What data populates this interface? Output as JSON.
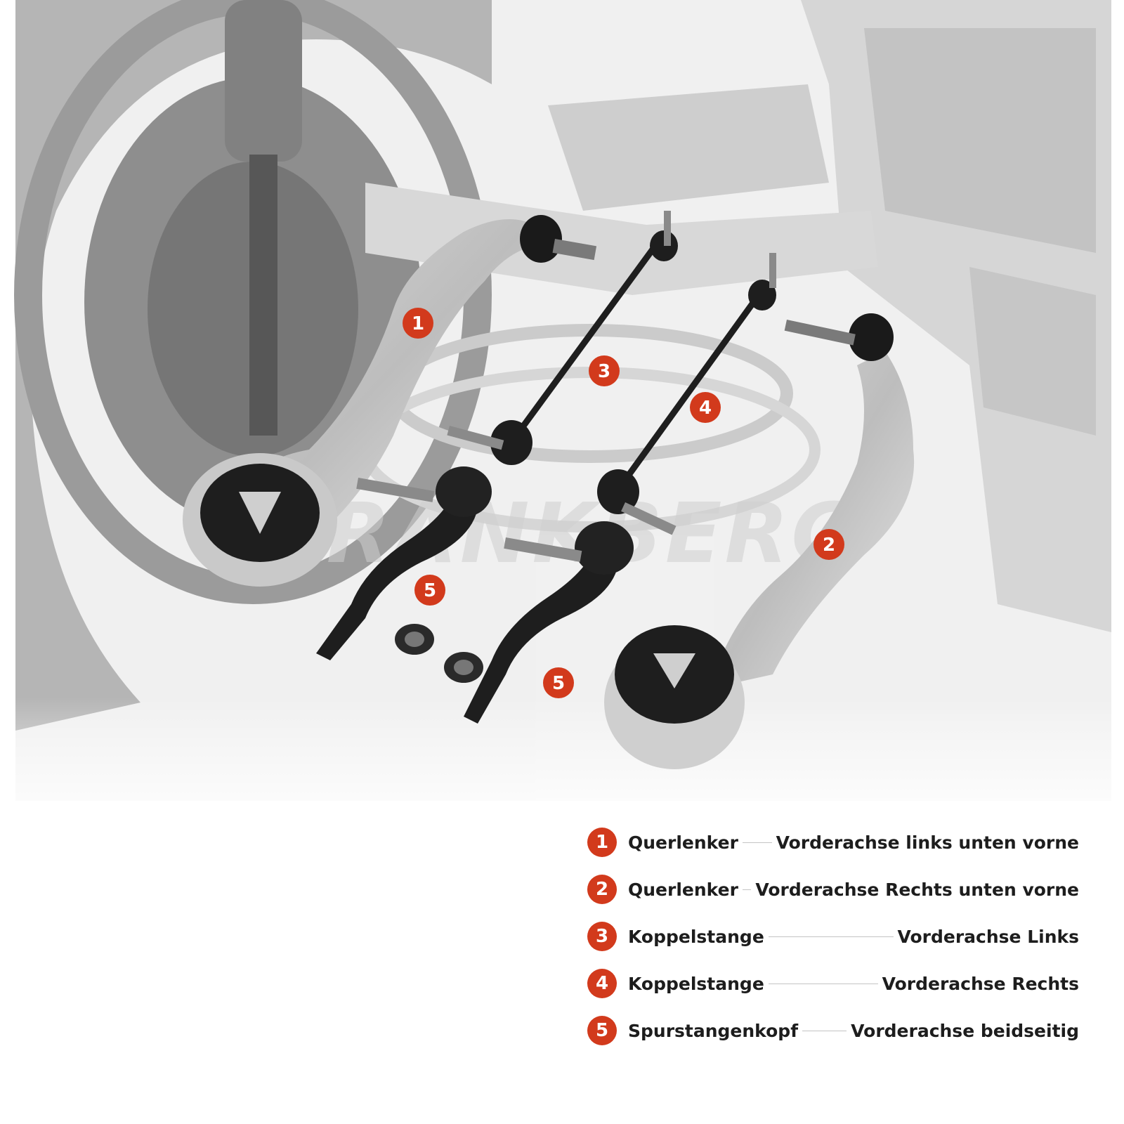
{
  "brand": {
    "watermark": "FRANKBERG"
  },
  "parts": [
    {
      "number": "1",
      "name": "Querlenker",
      "position": "Vorderachse links unten vorne"
    },
    {
      "number": "2",
      "name": "Querlenker",
      "position": "Vorderachse Rechts unten vorne"
    },
    {
      "number": "3",
      "name": "Koppelstange",
      "position": "Vorderachse Links"
    },
    {
      "number": "4",
      "name": "Koppelstange",
      "position": "Vorderachse Rechts"
    },
    {
      "number": "5",
      "name": "Spurstangenkopf",
      "position": "Vorderachse beidseitig"
    }
  ],
  "markers": [
    "1",
    "2",
    "3",
    "4",
    "5",
    "5"
  ],
  "colors": {
    "accent": "#d23a1c",
    "text": "#1d1d1d",
    "connector": "#c4c4c4"
  }
}
